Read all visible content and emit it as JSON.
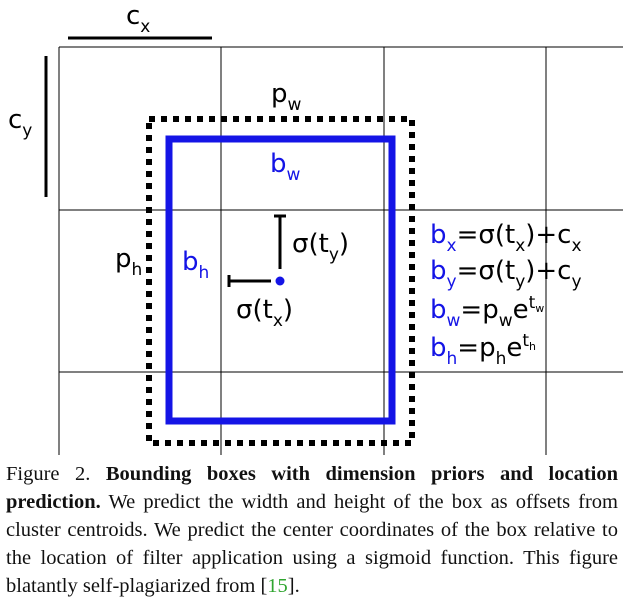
{
  "figure": {
    "labels": {
      "cx": "c",
      "cx_sub": "x",
      "cy": "c",
      "cy_sub": "y",
      "pw": "p",
      "pw_sub": "w",
      "ph": "p",
      "ph_sub": "h",
      "bw": "b",
      "bw_sub": "w",
      "bh": "b",
      "bh_sub": "h",
      "sig_ty": "σ(t",
      "sig_ty_sub": "y",
      "sig_ty_close": ")",
      "sig_tx": "σ(t",
      "sig_tx_sub": "x",
      "sig_tx_close": ")"
    },
    "equations": {
      "eq1_b": "b",
      "eq1_bsub": "x",
      "eq1_rhs_a": "=σ(t",
      "eq1_rhs_sub1": "x",
      "eq1_rhs_b": ")+c",
      "eq1_rhs_sub2": "x",
      "eq2_b": "b",
      "eq2_bsub": "y",
      "eq2_rhs_a": "=σ(t",
      "eq2_rhs_sub1": "y",
      "eq2_rhs_b": ")+c",
      "eq2_rhs_sub2": "y",
      "eq3_b": "b",
      "eq3_bsub": "w",
      "eq3_rhs_a": "=p",
      "eq3_rhs_sub1": "w",
      "eq3_rhs_b": "e",
      "eq3_exp": "t",
      "eq3_exp_sub": "w",
      "eq4_b": "b",
      "eq4_bsub": "h",
      "eq4_rhs_a": "=p",
      "eq4_rhs_sub1": "h",
      "eq4_rhs_b": "e",
      "eq4_exp": "t",
      "eq4_exp_sub": "h"
    },
    "colors": {
      "blue": "#1414e6",
      "black": "#000000",
      "grid": "#000000"
    }
  },
  "caption": {
    "prefix": "Figure 2. ",
    "bold": "Bounding boxes with dimension priors and location prediction.",
    "body": " We predict the width and height of the box as offsets from cluster centroids.  We predict the center coordinates of the box relative to the location of filter application using a sigmoid function. This figure blatantly self-plagiarized from ",
    "ref_open": "[",
    "ref": "15",
    "ref_close": "]."
  }
}
